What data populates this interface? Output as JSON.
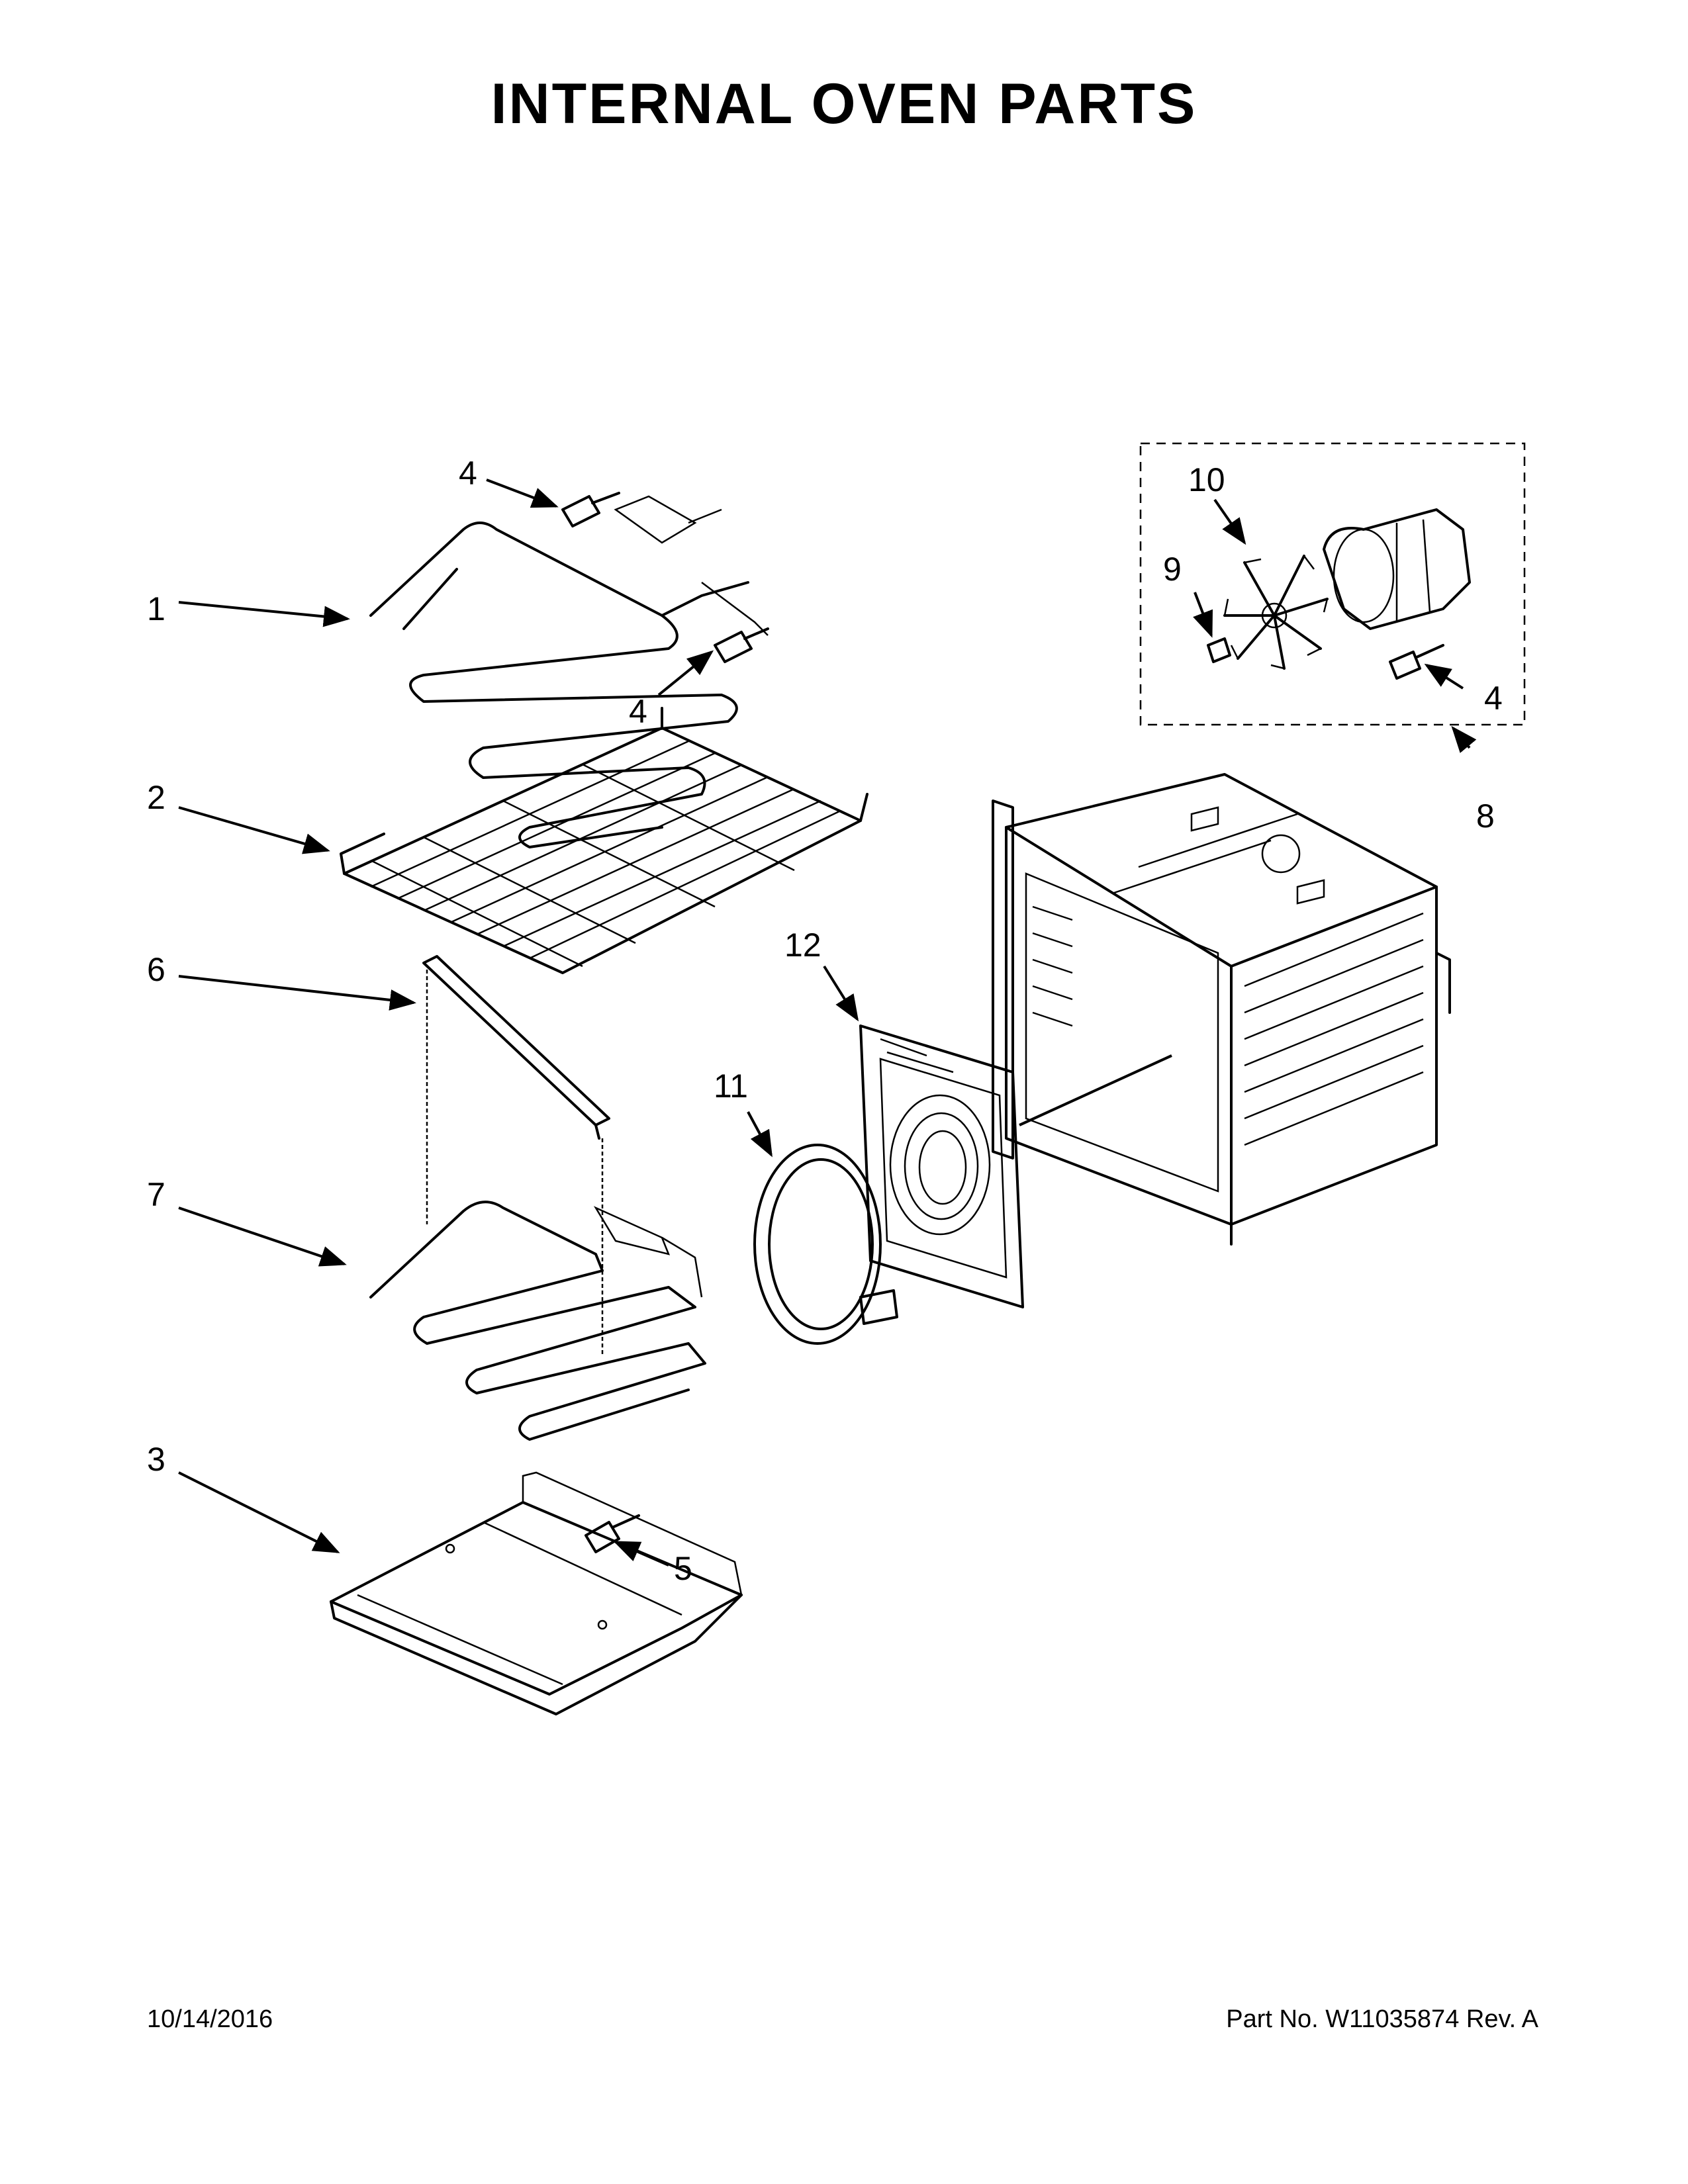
{
  "title": "INTERNAL OVEN PARTS",
  "callouts": {
    "c1": "1",
    "c2": "2",
    "c3": "3",
    "c4a": "4",
    "c4b": "4",
    "c4c": "4",
    "c5": "5",
    "c6": "6",
    "c7": "7",
    "c8": "8",
    "c9": "9",
    "c10": "10",
    "c11": "11",
    "c12": "12"
  },
  "footer": {
    "date": "10/14/2016",
    "part_number": "Part No.  W11035874  Rev.  A"
  }
}
